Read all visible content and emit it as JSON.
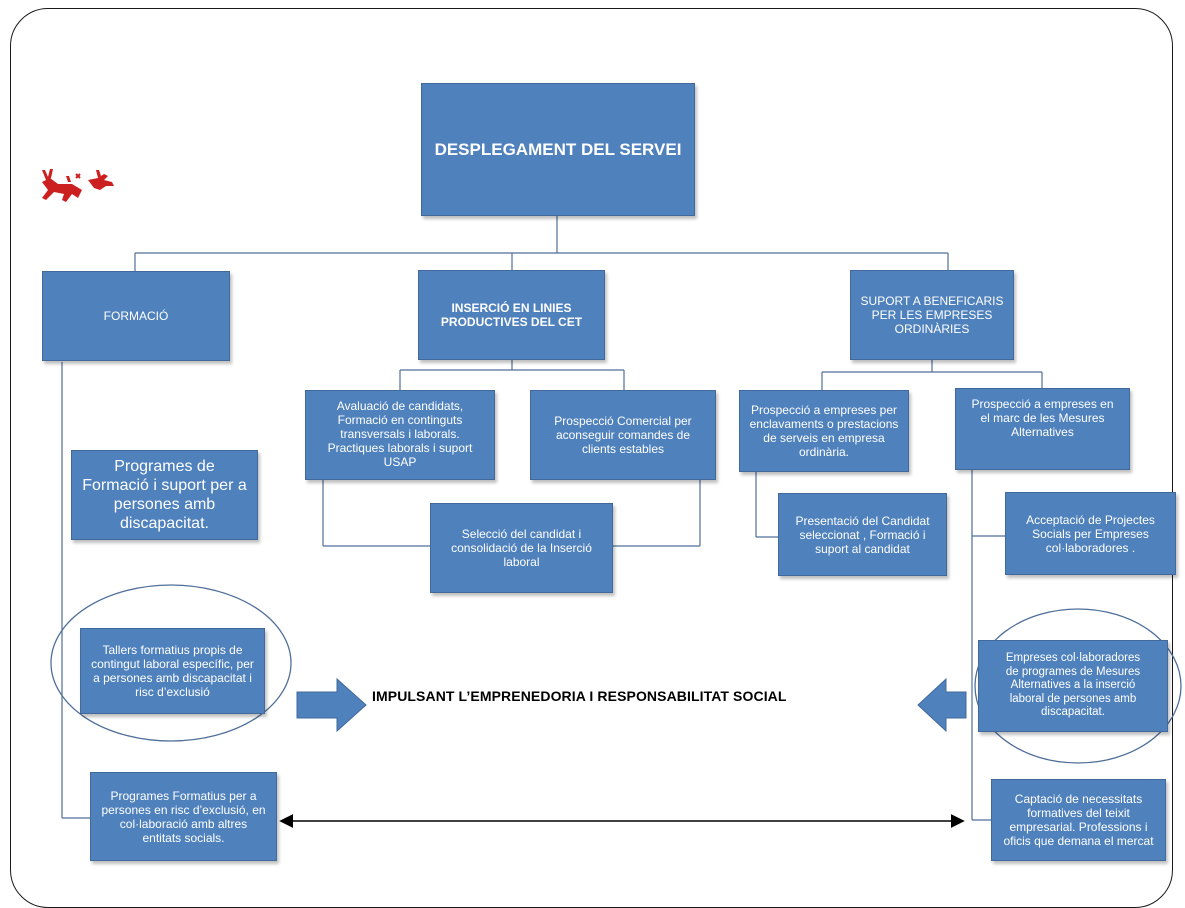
{
  "diagram": {
    "top": "DESPLEGAMENT DEL SERVEI",
    "branches": {
      "formacio": "FORMACIÓ",
      "insercio": "INSERCIÓ  EN LINIES\nPRODUCTIVES DEL CET",
      "suport": "SUPORT  A BENEFICARIS\nPER LES   EMPRESES\nORDINÀRIES"
    },
    "formacio_items": [
      "Programes de\nFormació i suport per a\npersones amb\ndiscapacitat.",
      "Tallers formatius  propis de\ncontingut laboral específic, per\na persones amb discapacitat i\nrisc d’exclusió",
      "Programes Formatius  per a\npersones en risc d’exclusió, en\ncol·laboració amb altres\nentitats socials."
    ],
    "insercio_items": {
      "avaluacio": "Avaluació de candidats,\nFormació en continguts\ntransversals i laborals.\nPractiques laborals i suport\nUSAP",
      "prospeccio_comercial": "Prospecció Comercial per\naconseguir comandes de\nclients estables",
      "seleccio": "Selecció del candidat i\nconsolidació de la Inserció\nlaboral"
    },
    "suport_items": {
      "prospeccio_enclavaments": "Prospecció a empreses per\nenclavaments o prestacions\nde serveis en empresa\nordinària.",
      "presentacio": "Presentació del Candidat\nseleccionat , Formació i\nsuport al candidat",
      "prospeccio_mesures": "Prospecció a empreses en\nel marc de les Mesures\nAlternatives",
      "acceptacio": "Acceptació de Projectes\nSocials per Empreses\ncol·laboradores .",
      "empreses_col": "Empreses col·laboradores\nde programes de Mesures\nAlternatives a la inserció\nlaboral de persones amb\ndiscapacitat.",
      "captacio": "Captació de necessitats\nformatives del teixit\nempresarial. Professions i\noficis que demana  el mercat"
    },
    "banner": "IMPULSANT L’EMPRENEDORIA I RESPONSABILITAT SOCIAL"
  },
  "colors": {
    "box_fill": "#4f81bd",
    "box_text": "#ffffff",
    "logo": "#cc1f1f"
  }
}
